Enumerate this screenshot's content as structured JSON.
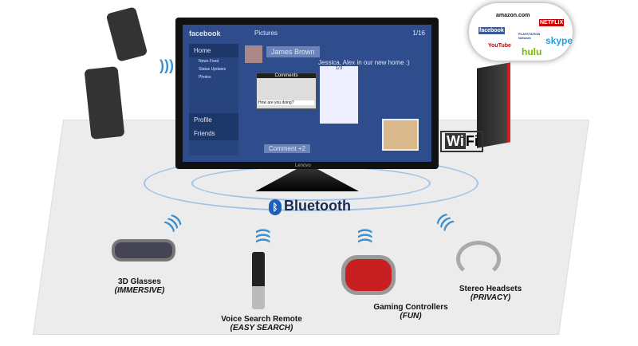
{
  "tv_screen": {
    "app": "facebook",
    "section": "Pictures",
    "page": "1/16",
    "sidebar": [
      "Home",
      "News Feed",
      "Status Updates",
      "Photos",
      "Profile",
      "Friends"
    ],
    "name": "James Brown",
    "post": "Jessica, Alex in our new home :)",
    "dialog_title": "Comments",
    "comment_text": "How are you doing?",
    "keypad_page": "1/3",
    "comment_button": "Comment",
    "comment_count": "+2",
    "brand": "Lenovo"
  },
  "cloud_services": [
    "amazon.com",
    "facebook",
    "NETFLIX",
    "YouTube",
    "PLAYSTATION Network",
    "skype",
    "hulu"
  ],
  "wifi": {
    "wi": "Wi",
    "fi": "Fi"
  },
  "bluetooth": "Bluetooth",
  "accessories": [
    {
      "name": "3D Glasses",
      "tag": "(IMMERSIVE)"
    },
    {
      "name": "Voice Search Remote",
      "tag": "(EASY SEARCH)"
    },
    {
      "name": "Gaming Controllers",
      "tag": "(FUN)"
    },
    {
      "name": "Stereo Headsets",
      "tag": "(PRIVACY)"
    }
  ]
}
